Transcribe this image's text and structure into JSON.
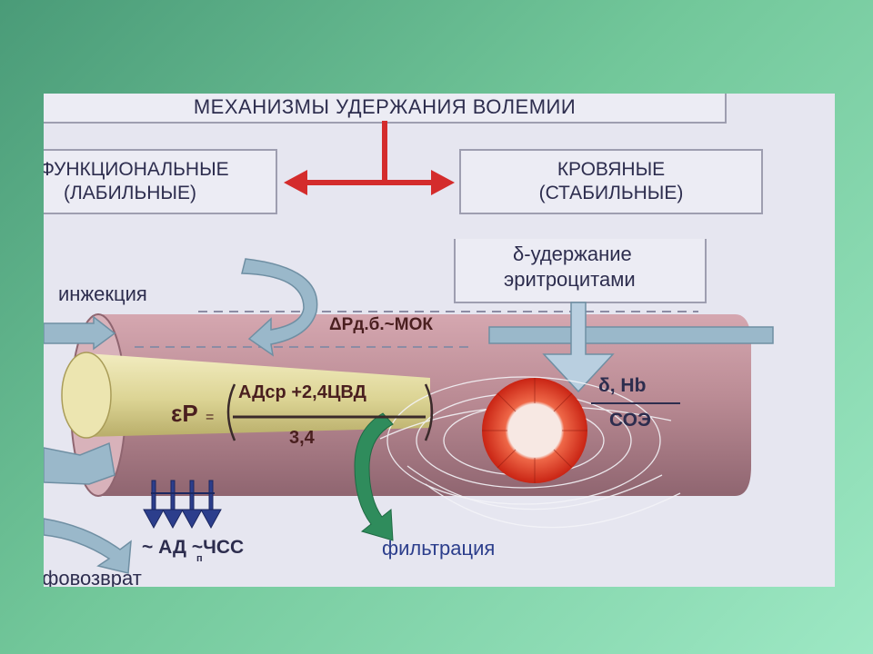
{
  "header": {
    "title": "МЕХАНИЗМЫ УДЕРЖАНИЯ ВОЛЕМИИ"
  },
  "categories": {
    "functional": {
      "line1": "ФУНКЦИОНАЛЬНЫЕ",
      "line2": "(ЛАБИЛЬНЫЕ)"
    },
    "blood": {
      "line1": "КРОВЯНЫЕ",
      "line2": "(СТАБИЛЬНЫЕ)"
    }
  },
  "retention": {
    "line1": "δ-удержание",
    "line2": "эритроцитами"
  },
  "labels": {
    "injection": "инжекция",
    "pressure_drop": "ΔPд.б.~МОК",
    "filtration": "фильтрация",
    "lymph_return": "лимфовозврат",
    "bp_hr": "~ АД ~ЧСС",
    "bp_subscript": "п"
  },
  "formula": {
    "lhs": "εP",
    "equals": "=",
    "numerator": "АДср +2,4ЦВД",
    "denominator": "3,4"
  },
  "fraction": {
    "numerator": "δ, Hb",
    "denominator": "СОЭ"
  },
  "colors": {
    "arrow_red": "#d42c2c",
    "vessel": "#b88a94",
    "core": "#e2dba0",
    "ring": "#e23a22",
    "flow_blue": "#95b5c8",
    "flow_green": "#2f8c5c",
    "text": "#2d2d4e",
    "filtration_text": "#2c3e8c"
  }
}
